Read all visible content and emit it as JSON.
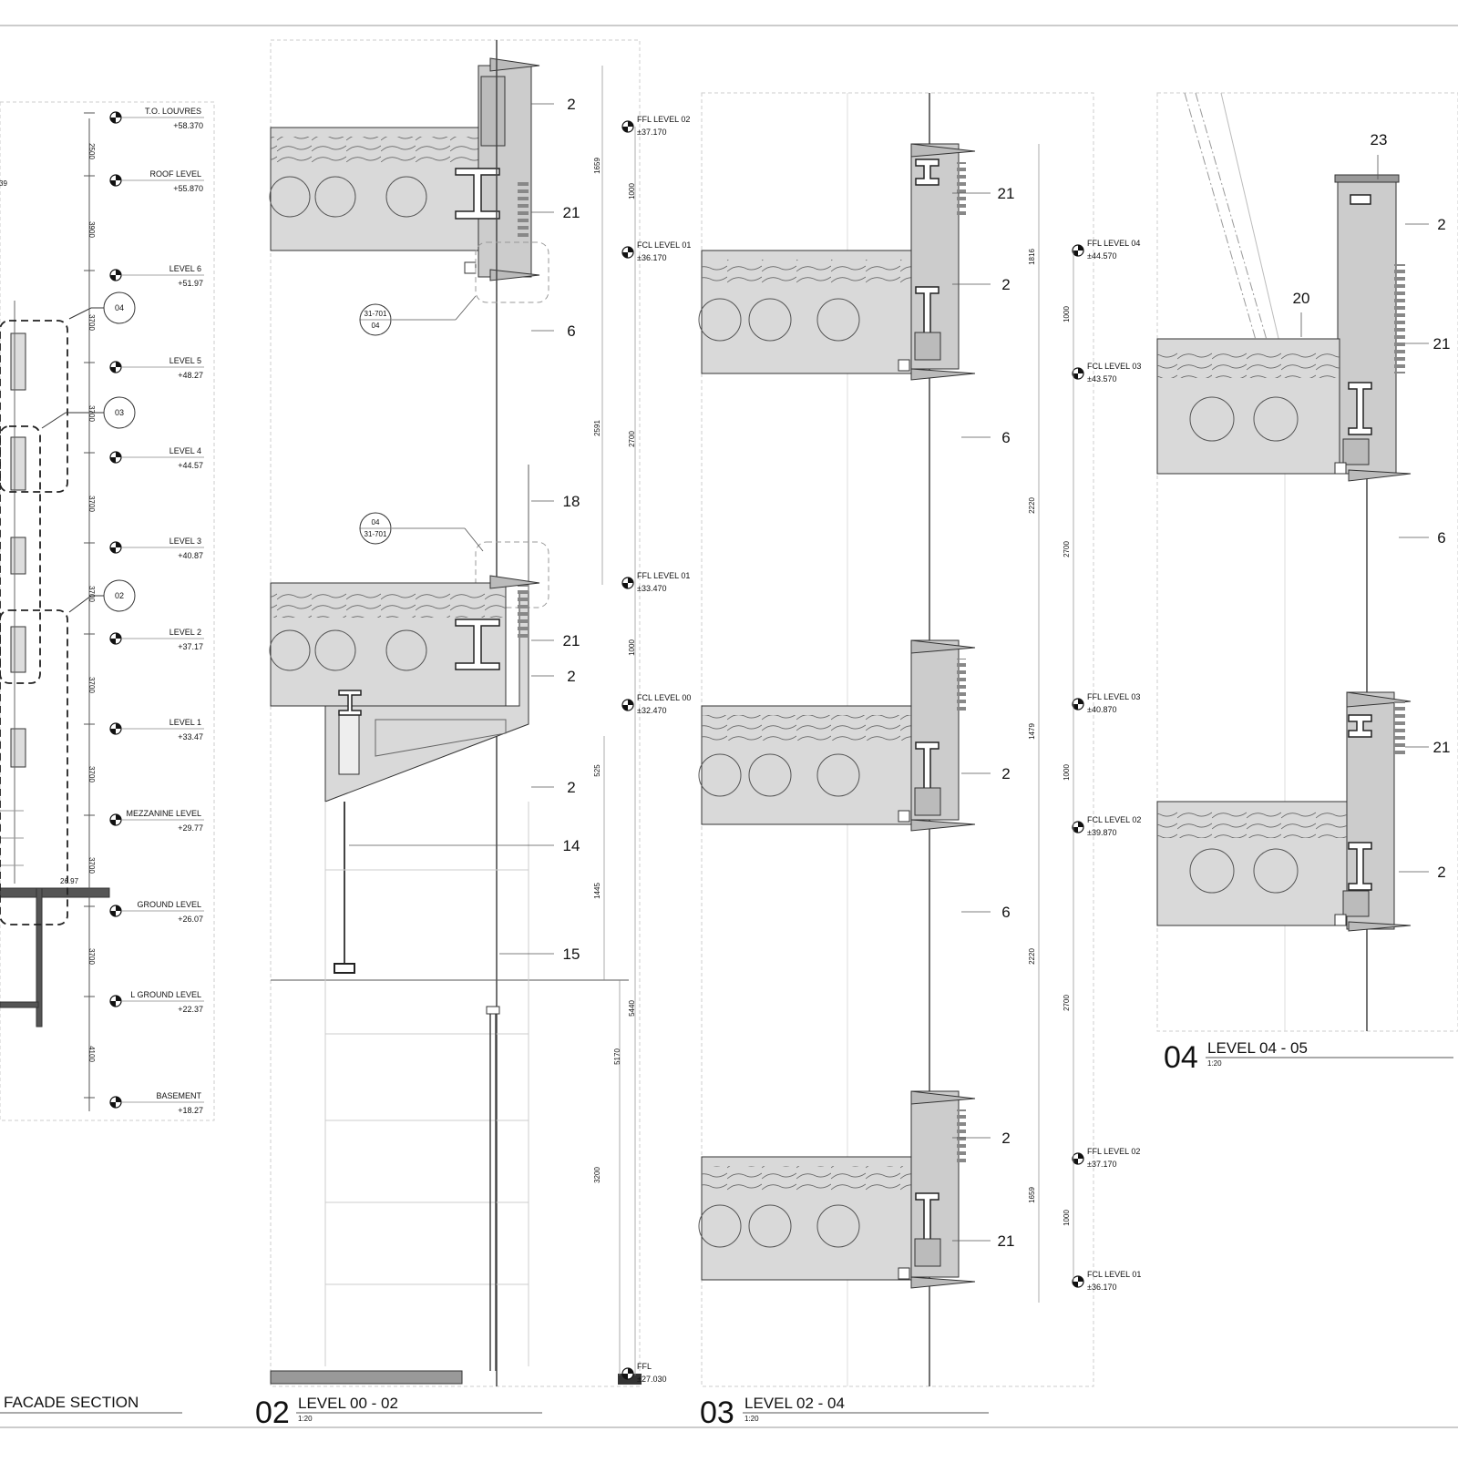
{
  "overall": {
    "title": "FACADE SECTION",
    "levels": [
      {
        "name": "T.O. LOUVRES",
        "value": "+58.370"
      },
      {
        "name": "ROOF LEVEL",
        "value": "+55.870"
      },
      {
        "name": "LEVEL  6",
        "value": "+51.97"
      },
      {
        "name": "LEVEL 5",
        "value": "+48.27"
      },
      {
        "name": "LEVEL 4",
        "value": "+44.57"
      },
      {
        "name": "LEVEL 3",
        "value": "+40.87"
      },
      {
        "name": "LEVEL 2",
        "value": "+37.17"
      },
      {
        "name": "LEVEL 1",
        "value": "+33.47"
      },
      {
        "name": "MEZZANINE LEVEL",
        "value": "+29.77"
      },
      {
        "name": "GROUND LEVEL",
        "value": "+26.07"
      },
      {
        "name": "L GROUND LEVEL",
        "value": "+22.37"
      },
      {
        "name": "BASEMENT",
        "value": "+18.27"
      }
    ],
    "dims": [
      "2500",
      "3900",
      "3700",
      "3700",
      "3700",
      "3700",
      "3700",
      "3700",
      "3700",
      "3700",
      "4100"
    ],
    "callouts": [
      "04",
      "03",
      "02"
    ],
    "stray": [
      "39",
      "26.97"
    ]
  },
  "section02": {
    "number": "02",
    "title": "LEVEL 00 - 02",
    "scale": "1:20",
    "levels": [
      {
        "name": "FFL LEVEL 02",
        "value": "±37.170"
      },
      {
        "name": "FCL LEVEL 01",
        "value": "±36.170"
      },
      {
        "name": "FFL LEVEL 01",
        "value": "±33.470"
      },
      {
        "name": "FCL LEVEL 00",
        "value": "±32.470"
      },
      {
        "name": "FFL",
        "value": "±27.030"
      }
    ],
    "tags": [
      "2",
      "21",
      "6",
      "18",
      "21",
      "2",
      "2",
      "14",
      "15"
    ],
    "dims": [
      "1659",
      "1000",
      "2591",
      "2700",
      "1000",
      "525",
      "1445",
      "5440",
      "5170",
      "3200"
    ],
    "refs": [
      {
        "top": "31-701",
        "bottom": "04"
      },
      {
        "top": "04",
        "bottom": "31-701"
      }
    ]
  },
  "section03": {
    "number": "03",
    "title": "LEVEL 02 - 04",
    "scale": "1:20",
    "levels": [
      {
        "name": "FFL LEVEL 04",
        "value": "±44.570"
      },
      {
        "name": "FCL LEVEL 03",
        "value": "±43.570"
      },
      {
        "name": "FFL LEVEL 03",
        "value": "±40.870"
      },
      {
        "name": "FCL LEVEL 02",
        "value": "±39.870"
      },
      {
        "name": "FFL LEVEL 02",
        "value": "±37.170"
      },
      {
        "name": "FCL LEVEL 01",
        "value": "±36.170"
      }
    ],
    "tags": [
      "21",
      "2",
      "6",
      "2",
      "6",
      "2",
      "21"
    ],
    "dims": [
      "1816",
      "1000",
      "2220",
      "2700",
      "1479",
      "1000",
      "2220",
      "2700",
      "1659",
      "1000"
    ]
  },
  "section04": {
    "number": "04",
    "title": "LEVEL 04 - 05",
    "scale": "1:20",
    "tags": [
      "23",
      "2",
      "20",
      "21",
      "6",
      "21",
      "2"
    ]
  }
}
